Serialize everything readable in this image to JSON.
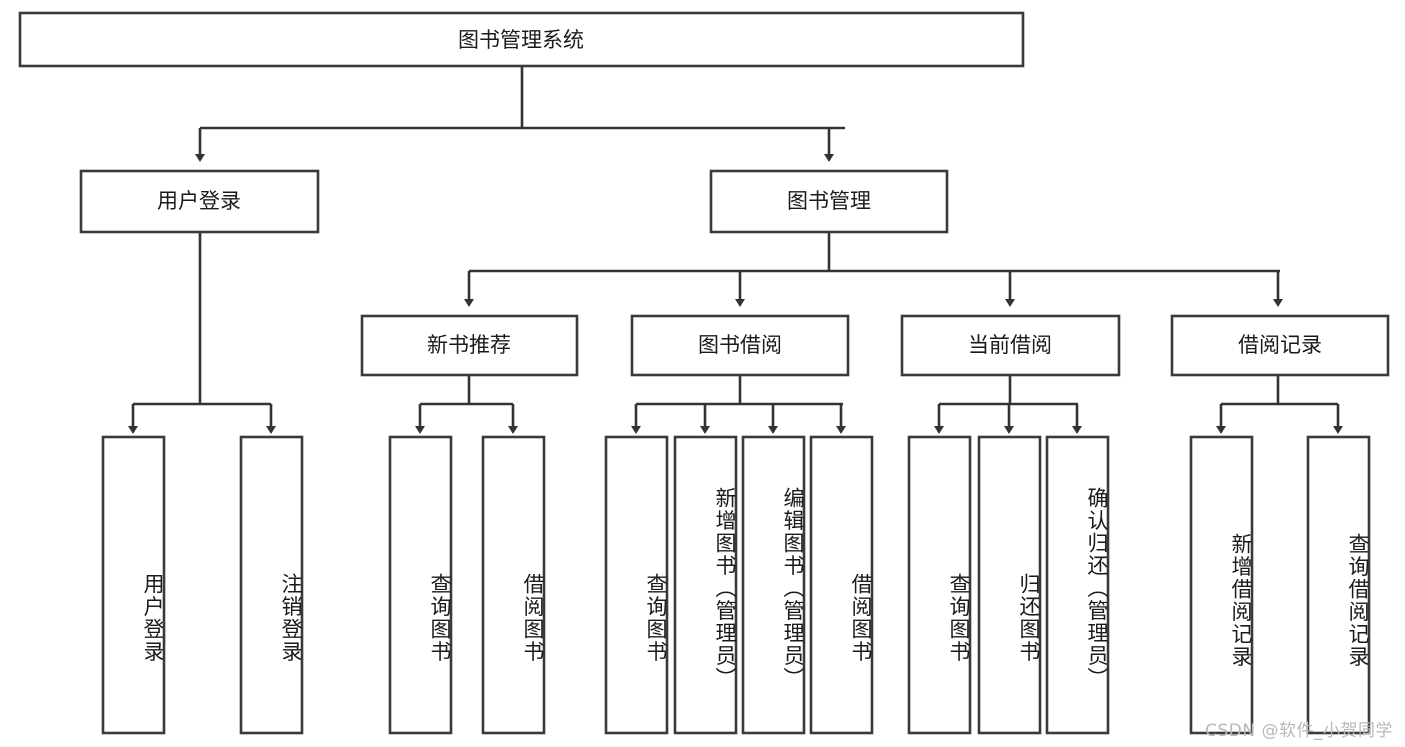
{
  "diagram": {
    "type": "hierarchy-tree",
    "title": "图书管理系统",
    "watermark": "CSDN @软件_小贺同学",
    "colors": {
      "box_stroke": "#3a3a3a",
      "box_fill": "#ffffff",
      "connector": "#333333",
      "text": "#1b1b1b",
      "background": "#ffffff",
      "watermark": "#b8b8b8"
    },
    "root": {
      "label": "图书管理系统"
    },
    "level2": [
      {
        "label": "用户登录"
      },
      {
        "label": "图书管理"
      }
    ],
    "level3": [
      {
        "label": "新书推荐"
      },
      {
        "label": "图书借阅"
      },
      {
        "label": "当前借阅"
      },
      {
        "label": "借阅记录"
      }
    ],
    "leaves": {
      "user_login": [
        {
          "label": "用户登录"
        },
        {
          "label": "注销登录"
        }
      ],
      "new_book_recommend": [
        {
          "label": "查询图书"
        },
        {
          "label": "借阅图书"
        }
      ],
      "book_borrow": [
        {
          "label": "查询图书"
        },
        {
          "label": "新增图书（管理员）"
        },
        {
          "label": "编辑图书（管理员）"
        },
        {
          "label": "借阅图书"
        }
      ],
      "current_borrow": [
        {
          "label": "查询图书"
        },
        {
          "label": "归还图书"
        },
        {
          "label": "确认归还（管理员）"
        }
      ],
      "borrow_records": [
        {
          "label": "新增借阅记录"
        },
        {
          "label": "查询借阅记录"
        }
      ]
    }
  }
}
